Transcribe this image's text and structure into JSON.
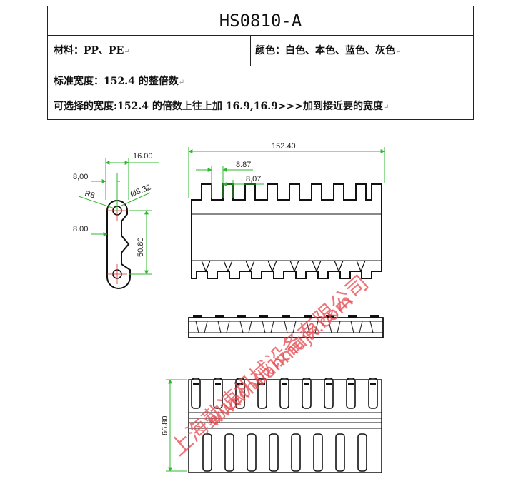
{
  "spec_table": {
    "model": "HS0810-A",
    "material_label": "材料：PP、PE",
    "color_label": "颜色：白色、本色、蓝色、灰色",
    "standard_width": "标准宽度：152.4 的整倍数",
    "optional_width": "可选择的宽度:152.4 的倍数上往上加 16.9,16.9>>>加到接近要的宽度",
    "para_mark": "↵"
  },
  "side_view": {
    "dim_pitch_top": "16.00",
    "dim_offset_1": "8,00",
    "dim_radius": "R8",
    "dim_hole": "Ø8.32",
    "dim_offset_2": "8.00",
    "dim_height": "50.80"
  },
  "front_view": {
    "dim_total_width": "152.40",
    "dim_tooth_1": "8.87",
    "dim_tooth_2": "8,07"
  },
  "bottom_view": {
    "dim_depth": "66.80"
  },
  "watermark": {
    "company": "上海勤速机械设备有限公司",
    "website": "www.huanmujx.com"
  },
  "colors": {
    "dimension_line": "#2eb82e",
    "watermark": "#e6484e",
    "outline": "#111111"
  }
}
